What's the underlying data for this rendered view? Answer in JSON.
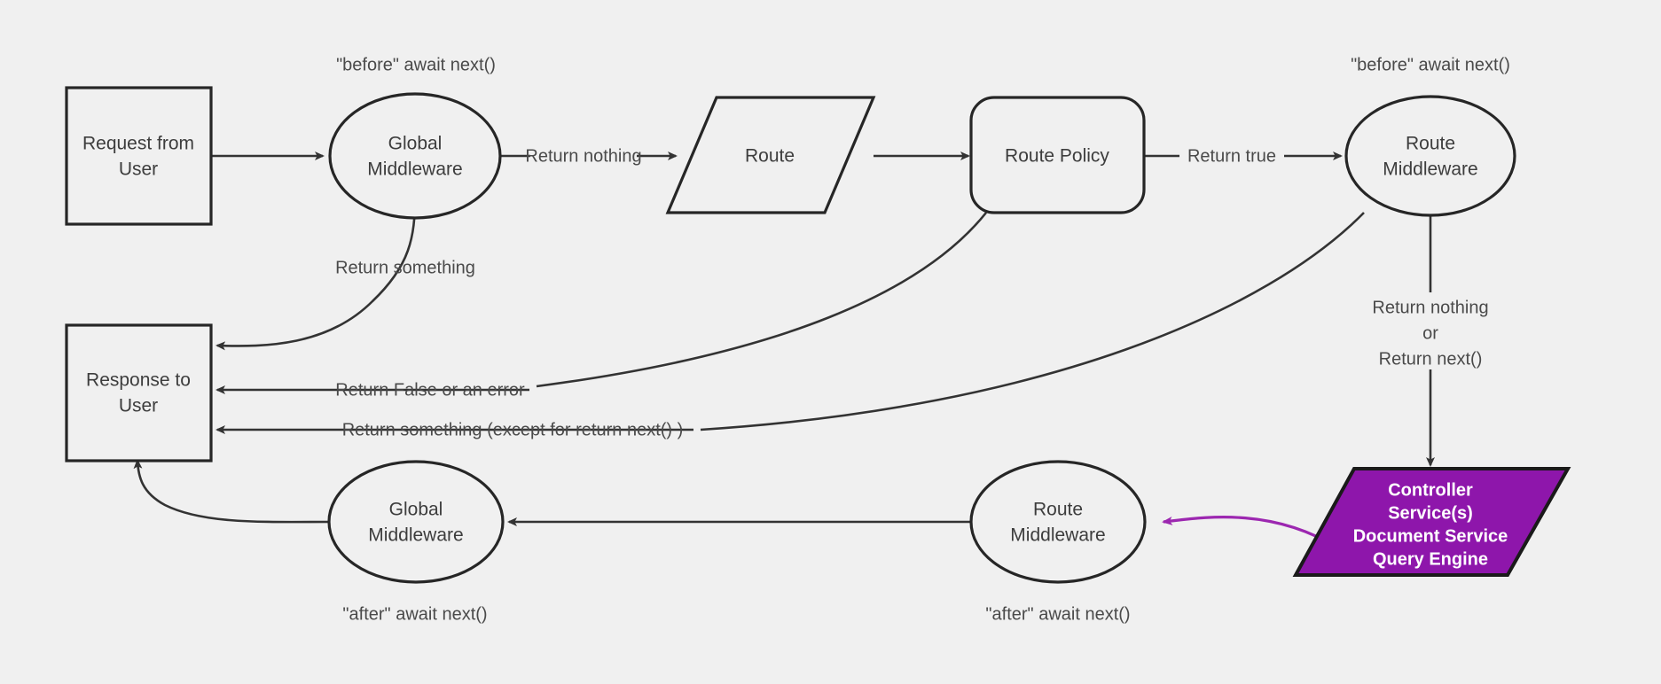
{
  "diagram": {
    "title": "Middleware request/response lifecycle flowchart",
    "background_color": "#f0f0f0",
    "stroke_color": "#262626",
    "accent_color": "#8e16ab",
    "accent_arrow_color": "#9c27b0",
    "nodes": {
      "request_from_user": {
        "line1": "Request from",
        "line2": "User",
        "shape": "rectangle"
      },
      "global_middleware_top": {
        "line1": "Global",
        "line2": "Middleware",
        "shape": "ellipse"
      },
      "route": {
        "line1": "Route",
        "shape": "parallelogram"
      },
      "route_policy": {
        "line1": "Route Policy",
        "shape": "rounded-rectangle"
      },
      "route_middleware_top": {
        "line1": "Route",
        "line2": "Middleware",
        "shape": "ellipse"
      },
      "controller_services": {
        "line1": "Controller",
        "line2": "Service(s)",
        "line3": "Document Service",
        "line4": "Query Engine",
        "shape": "parallelogram"
      },
      "route_middleware_bottom": {
        "line1": "Route",
        "line2": "Middleware",
        "shape": "ellipse"
      },
      "global_middleware_bottom": {
        "line1": "Global",
        "line2": "Middleware",
        "shape": "ellipse"
      },
      "response_to_user": {
        "line1": "Response to",
        "line2": "User",
        "shape": "rectangle"
      }
    },
    "annotations": {
      "before_await_next_global": "\"before\" await next()",
      "before_await_next_route": "\"before\" await next()",
      "after_await_next_global": "\"after\" await next()",
      "after_await_next_route": "\"after\" await next()"
    },
    "edge_labels": {
      "return_nothing": "Return nothing",
      "return_true": "Return true",
      "return_something_global": "Return something",
      "return_false_or_error": "Return False or an error",
      "return_something_except_next": "Return something (except for return next() )",
      "return_nothing_or_next_1": "Return nothing",
      "return_nothing_or_next_2": "or",
      "return_nothing_or_next_3": "Return next()"
    }
  }
}
